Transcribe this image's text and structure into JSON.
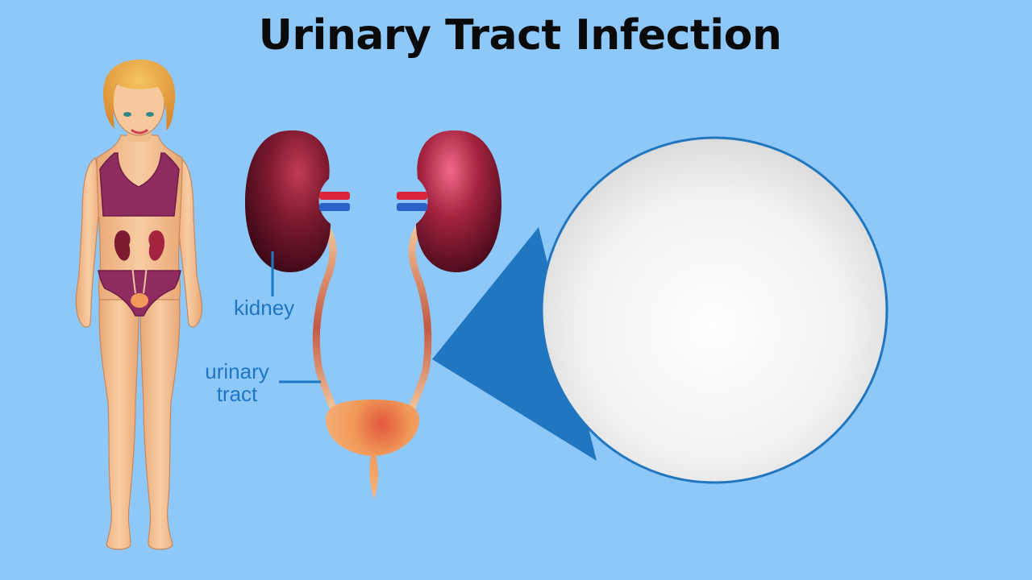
{
  "title": "Urinary Tract Infection",
  "labels": {
    "kidney": "kidney",
    "urinary_line1": "urinary",
    "urinary_line2": "tract"
  },
  "colors": {
    "background": "#8ec8f9",
    "title_text": "#0a0a0a",
    "label_text": "#1f76c2",
    "callout_blue": "#2176c0",
    "kidney_red": "#8a1e34",
    "bladder_orange": "#f0a35c"
  }
}
